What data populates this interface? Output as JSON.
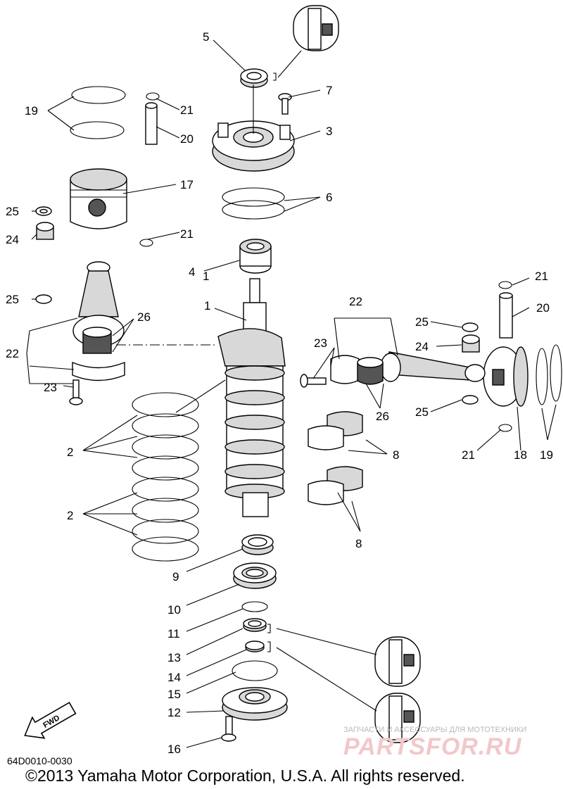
{
  "diagram": {
    "callouts": {
      "c1": "1",
      "c2a": "2",
      "c2b": "2",
      "c3": "3",
      "c4": "4",
      "c5": "5",
      "c6": "6",
      "c7": "7",
      "c8a": "8",
      "c8b": "8",
      "c9": "9",
      "c10": "10",
      "c11": "11",
      "c12": "12",
      "c13": "13",
      "c14": "14",
      "c15": "15",
      "c16": "16",
      "c17": "17",
      "c18": "18",
      "c19a": "19",
      "c19b": "19",
      "c20a": "20",
      "c20b": "20",
      "c21a": "21",
      "c21b": "21",
      "c21c": "21",
      "c21d": "21",
      "c22a": "22",
      "c22b": "22",
      "c23a": "23",
      "c23b": "23",
      "c24a": "24",
      "c24b": "24",
      "c25a": "25",
      "c25b": "25",
      "c25c": "25",
      "c25d": "25",
      "c26a": "26",
      "c26b": "26"
    },
    "fwd_label": "FWD",
    "drawing_code": "64D0010-0030",
    "copyright": "©2013 Yamaha Motor Corporation, U.S.A. All rights reserved.",
    "watermark_caption": "ЗАПЧАСТИ И АКСЕССУАРЫ ДЛЯ МОТОТЕХНИКИ",
    "watermark_brand": "PARTSFOR.RU"
  },
  "icons": [
    "grease-callout-icon",
    "fwd-arrow-icon"
  ]
}
